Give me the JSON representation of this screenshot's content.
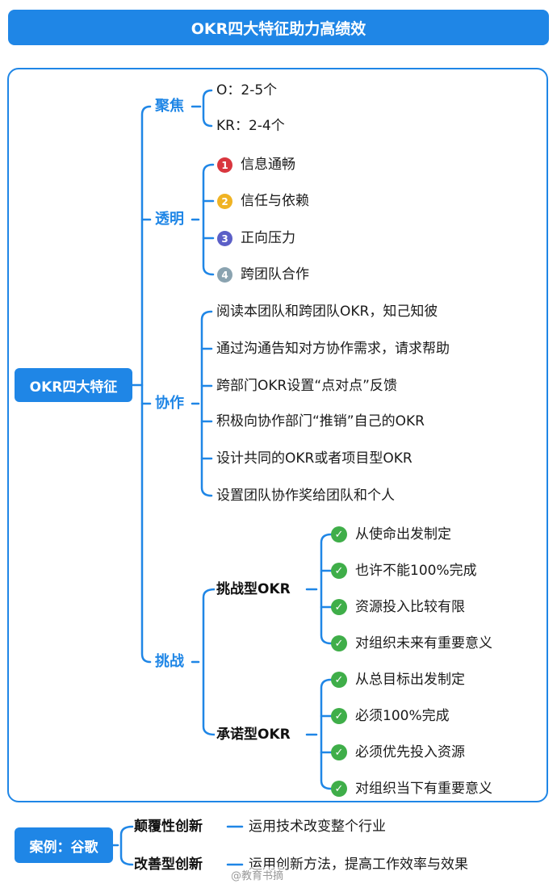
{
  "title": "OKR四大特征助力高绩效",
  "root": "OKR四大特征",
  "colors": {
    "accent": "#1f86e6",
    "check": "#3fae49",
    "num1": "#d9363e",
    "num2": "#f0b323",
    "num3": "#5b5fc7",
    "num4": "#8aa3b0"
  },
  "focus": {
    "label": "聚焦",
    "items": [
      "O：2-5个",
      "KR：2-4个"
    ]
  },
  "transparent": {
    "label": "透明",
    "items": [
      {
        "num": "1",
        "text": "信息通畅"
      },
      {
        "num": "2",
        "text": "信任与依赖"
      },
      {
        "num": "3",
        "text": "正向压力"
      },
      {
        "num": "4",
        "text": "跨团队合作"
      }
    ]
  },
  "collab": {
    "label": "协作",
    "items": [
      "阅读本团队和跨团队OKR，知己知彼",
      "通过沟通告知对方协作需求，请求帮助",
      "跨部门OKR设置“点对点”反馈",
      "积极向协作部门“推销”自己的OKR",
      "设计共同的OKR或者项目型OKR",
      "设置团队协作奖给团队和个人"
    ]
  },
  "challenge": {
    "label": "挑战",
    "types": [
      {
        "label": "挑战型OKR",
        "items": [
          "从使命出发制定",
          "也许不能100%完成",
          "资源投入比较有限",
          "对组织未来有重要意义"
        ]
      },
      {
        "label": "承诺型OKR",
        "items": [
          "从总目标出发制定",
          "必须100%完成",
          "必须优先投入资源",
          "对组织当下有重要意义"
        ]
      }
    ]
  },
  "case": {
    "label": "案例：谷歌",
    "items": [
      {
        "label": "颠覆性创新",
        "text": "运用技术改变整个行业"
      },
      {
        "label": "改善型创新",
        "text": "运用创新方法，提高工作效率与效果"
      }
    ]
  },
  "watermark": "@教育书摘"
}
